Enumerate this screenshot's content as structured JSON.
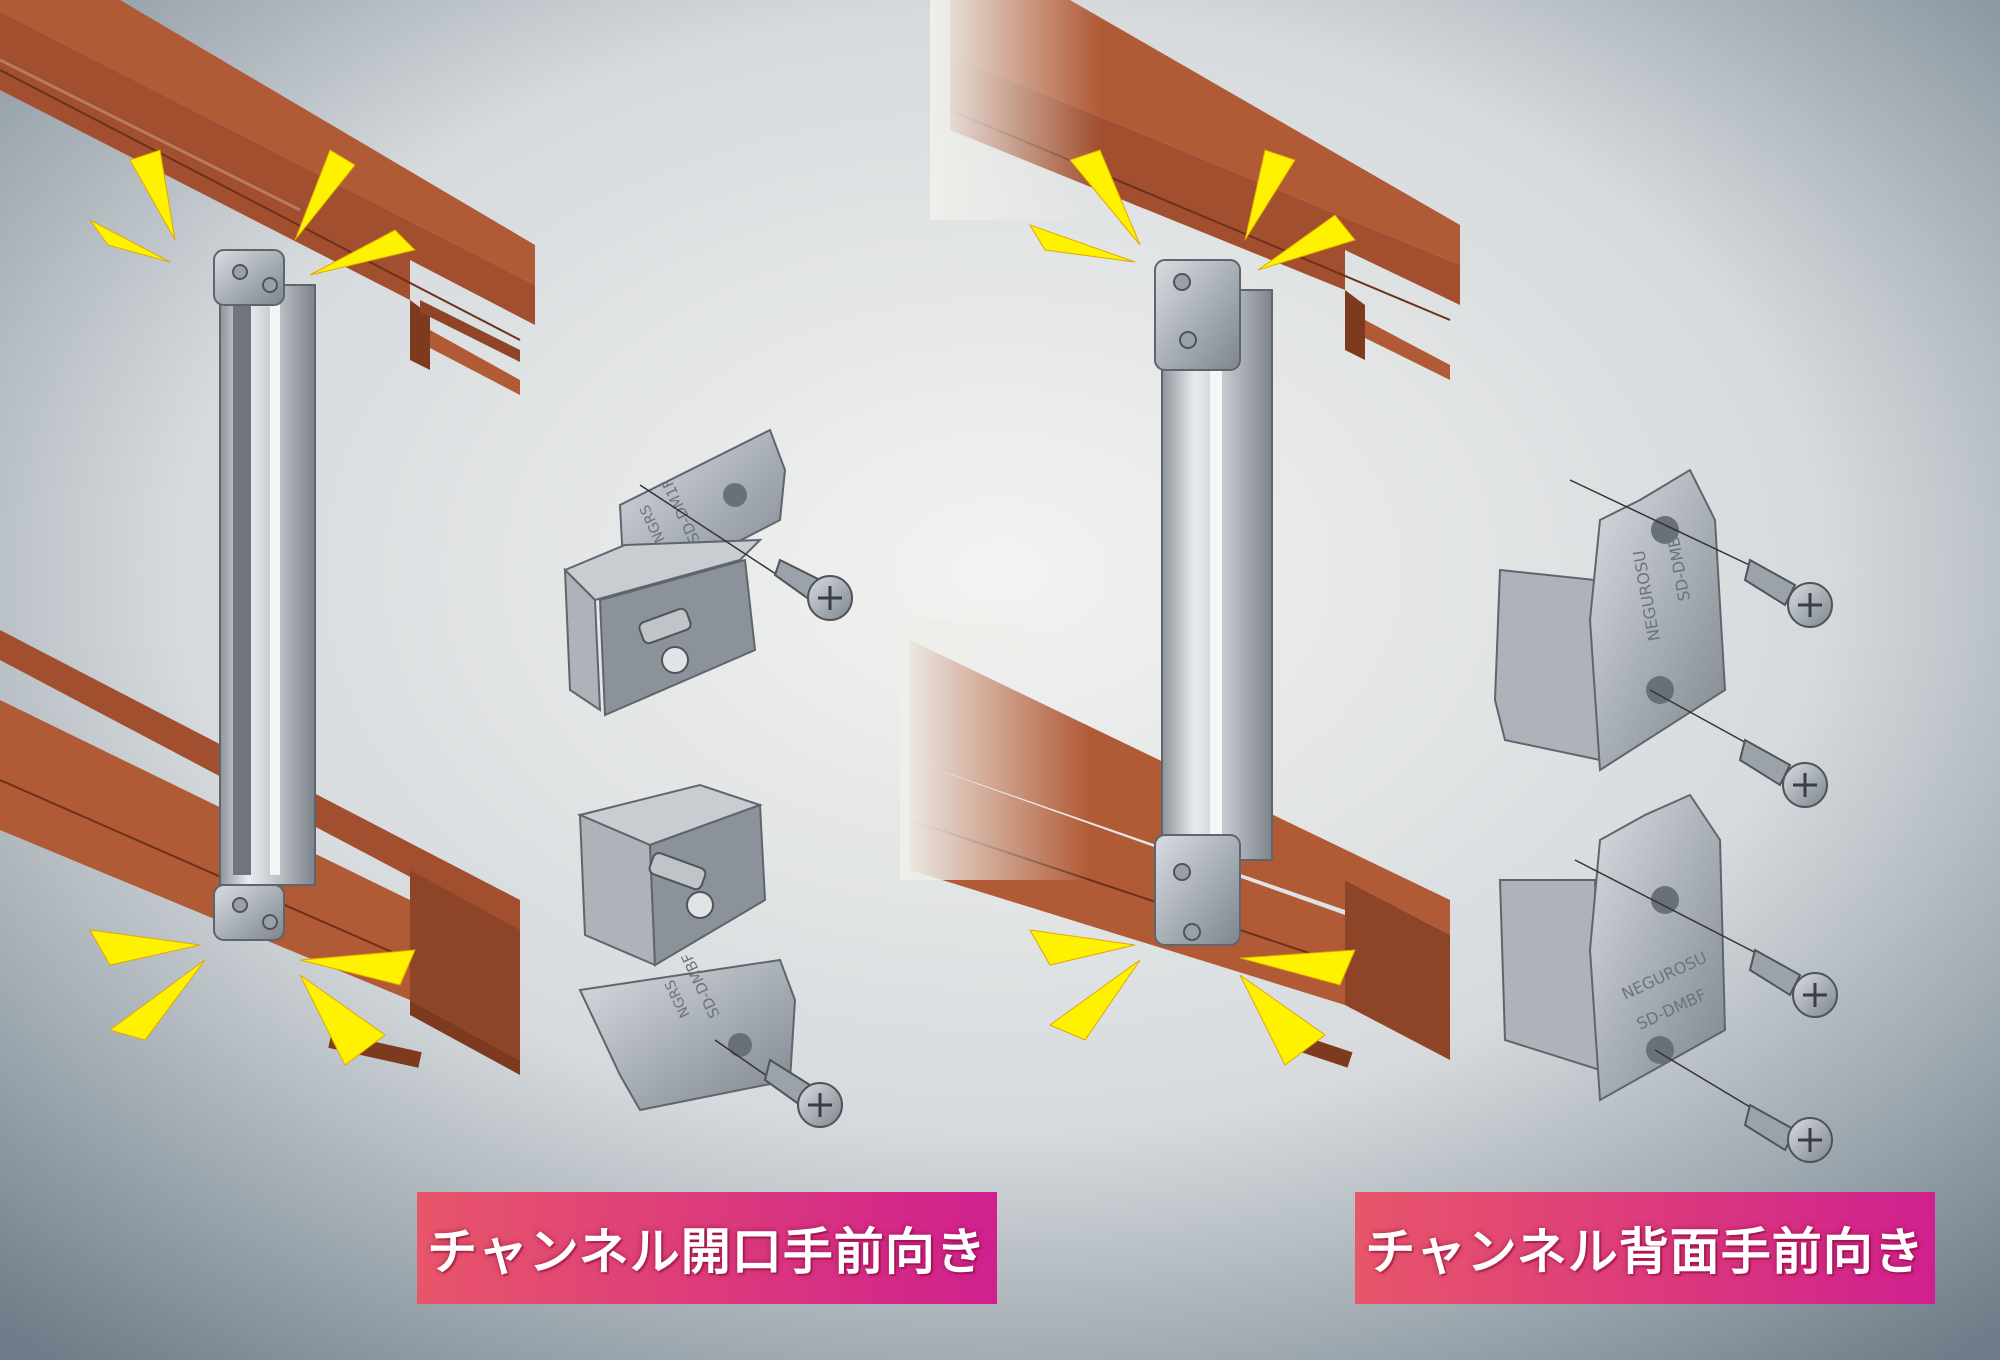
{
  "captions": {
    "left": "チャンネル開口手前向き",
    "right": "チャンネル背面手前向き"
  },
  "stamps": {
    "top_left": "SD-DM1F",
    "bottom_left": "SD-DMBF",
    "top_right": "SD-DMBF",
    "bottom_right": "SD-DMBF"
  },
  "brand": {
    "short": "NGRS",
    "long": "NEGUROSU"
  },
  "colors": {
    "channel": "#b15a36",
    "channel_dark": "#7e3a1f",
    "metal": "#c8ccd1",
    "highlight": "#fff200",
    "caption_start": "#e8566a",
    "caption_end": "#d0208e"
  }
}
